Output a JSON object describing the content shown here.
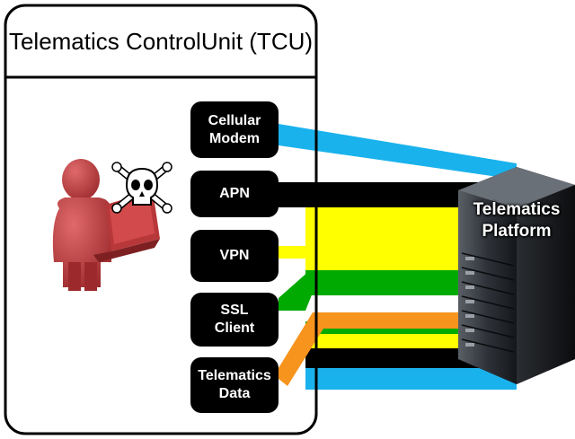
{
  "tcu": {
    "title_line1": "Telematics Control",
    "title_line2": "Unit (TCU)"
  },
  "components": [
    {
      "line1": "Cellular",
      "line2": "Modem"
    },
    {
      "line1": "APN",
      "line2": ""
    },
    {
      "line1": "VPN",
      "line2": ""
    },
    {
      "line1": "SSL",
      "line2": "Client"
    },
    {
      "line1": "Telematics",
      "line2": "Data"
    }
  ],
  "platform": {
    "line1": "Telematics",
    "line2": "Platform"
  },
  "colors": {
    "cellular_link": "#1ab2ec",
    "apn_link": "#000000",
    "vpn_link": "#ffff00",
    "ssl_link": "#00aa00",
    "data_link": "#f7941d",
    "attacker": "#c0393b",
    "component_fill": "#000000"
  },
  "icons": {
    "attacker": "hacker-icon",
    "skull": "skull-crossbones-icon",
    "server": "server-rack-icon"
  }
}
